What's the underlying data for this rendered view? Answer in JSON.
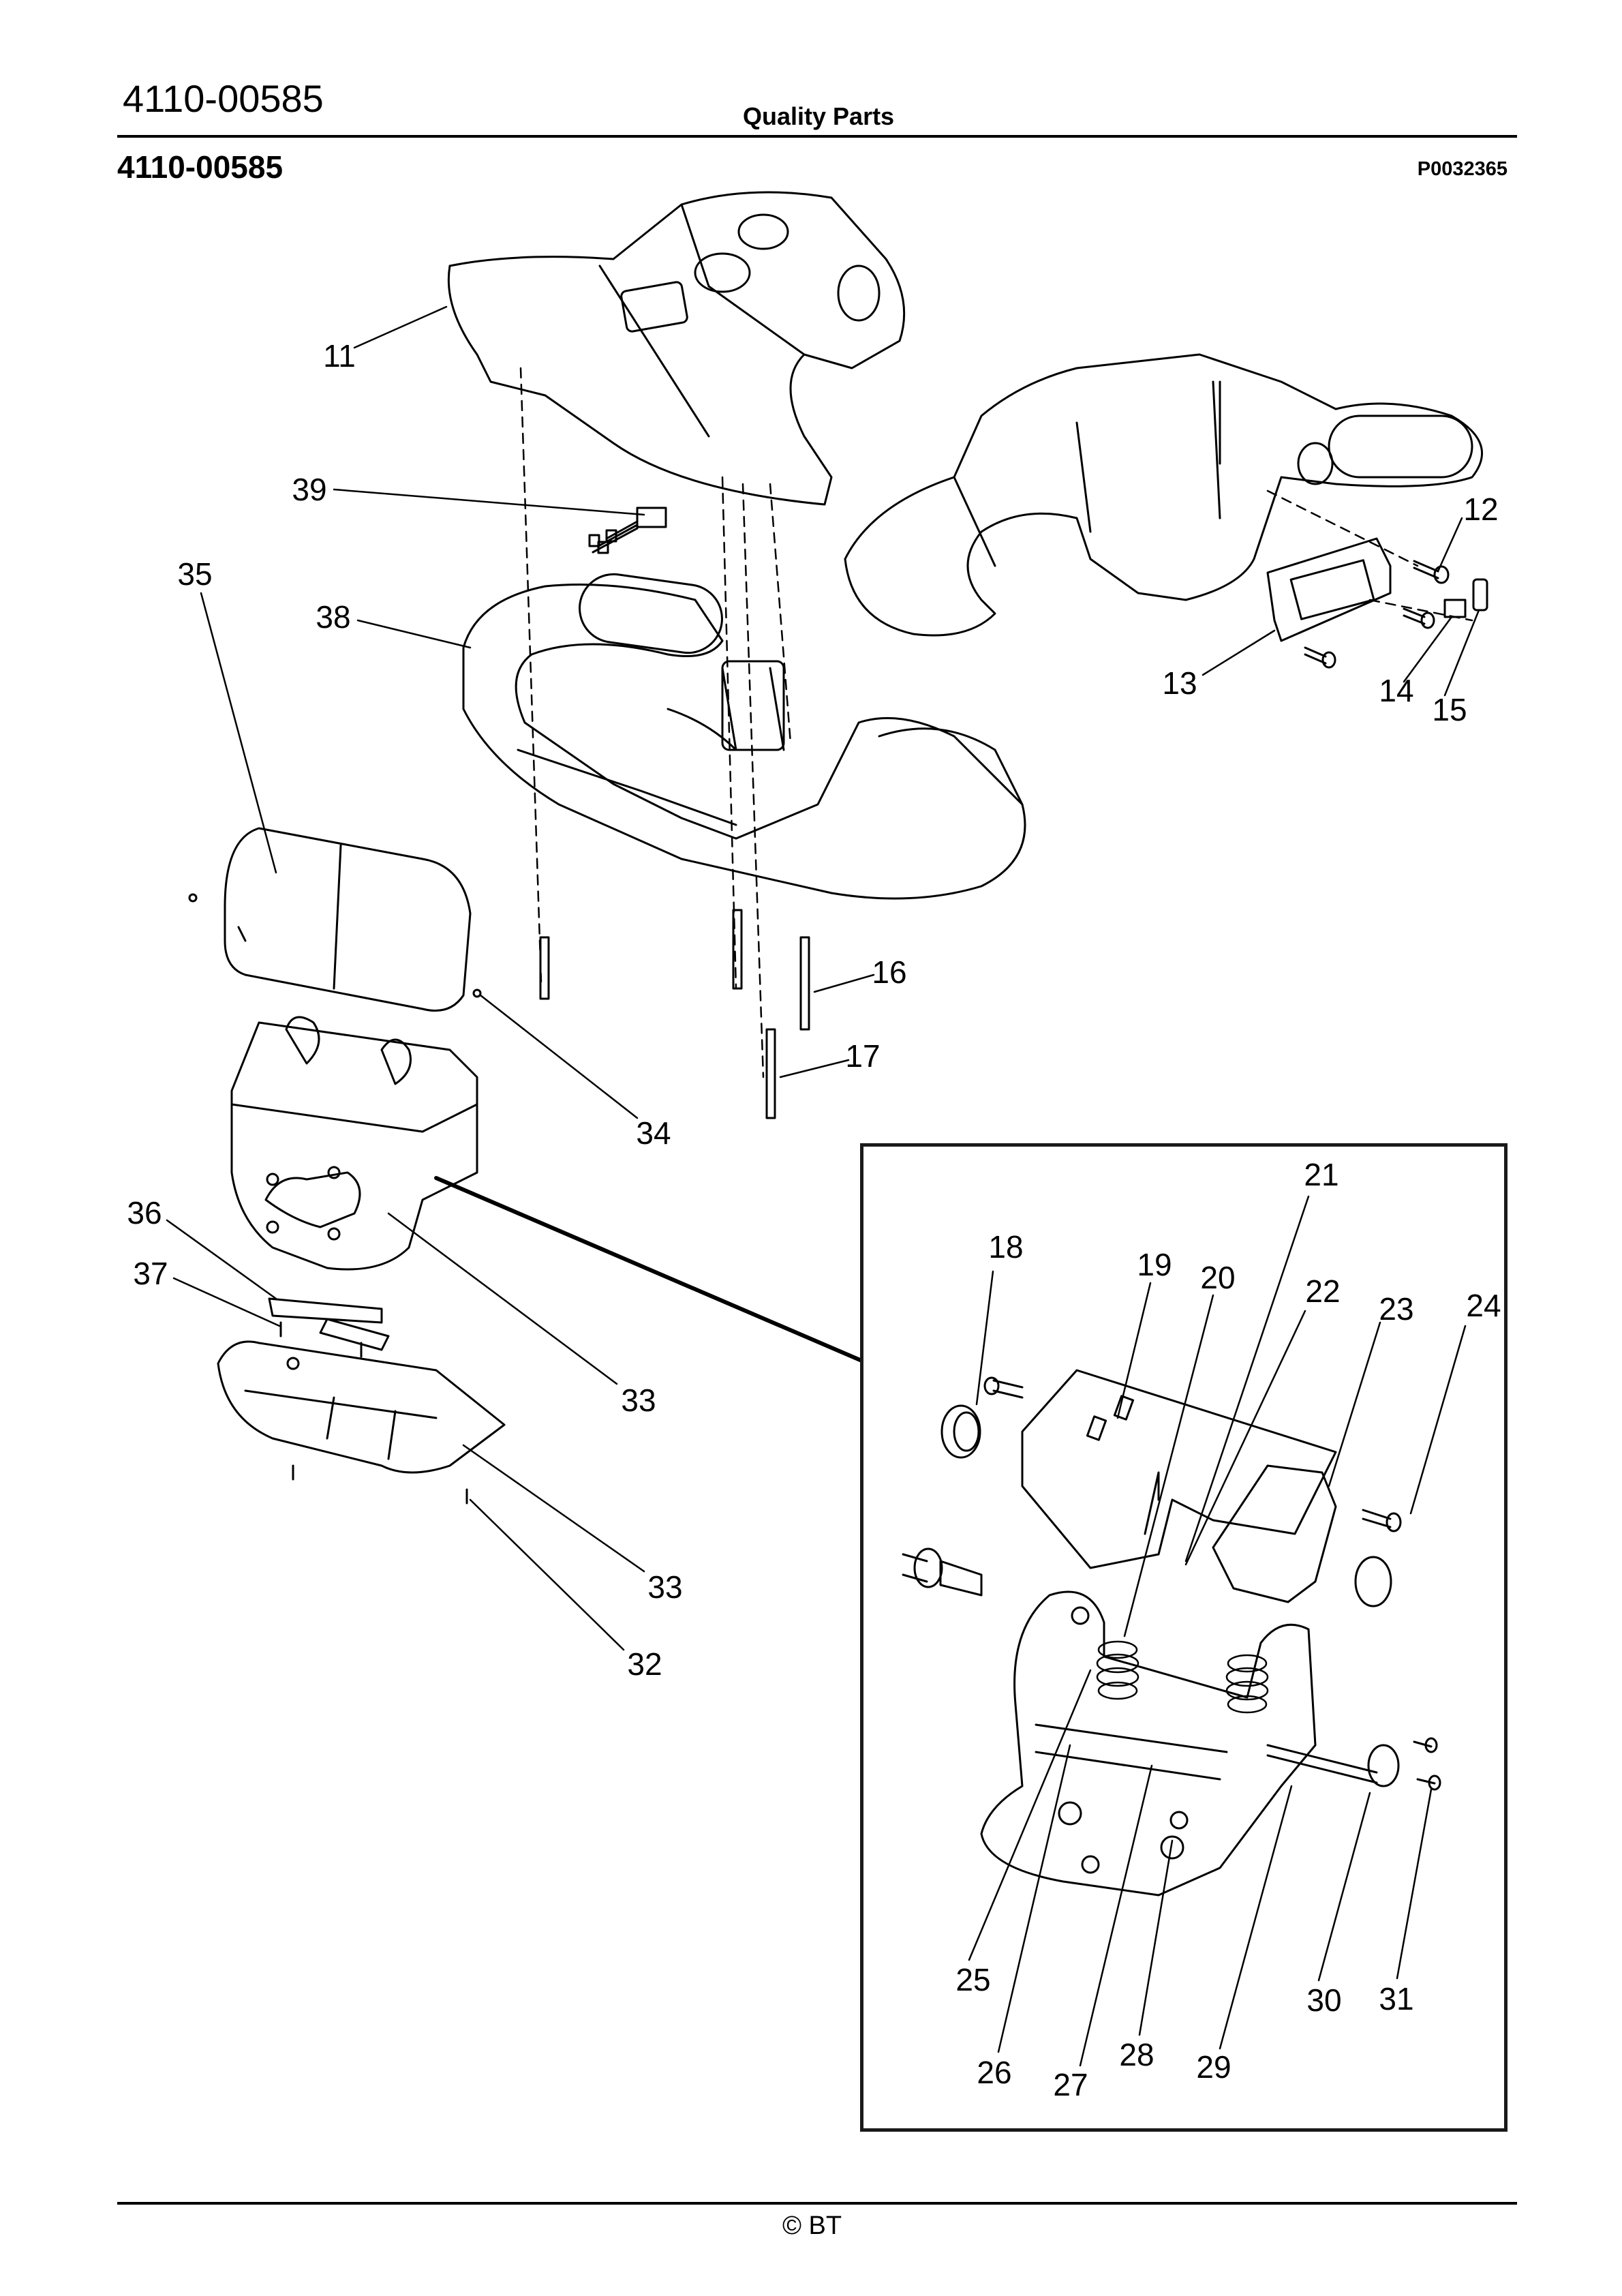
{
  "header": {
    "document_number": "4110-00585",
    "title": "Quality Parts",
    "sub_document_number": "4110-00585",
    "picture_number": "P0032365"
  },
  "footer": {
    "copyright": "© BT"
  },
  "callouts": {
    "c11": "11",
    "c12": "12",
    "c13": "13",
    "c14": "14",
    "c15": "15",
    "c16": "16",
    "c17": "17",
    "c18": "18",
    "c19": "19",
    "c20": "20",
    "c21": "21",
    "c22": "22",
    "c23": "23",
    "c24": "24",
    "c25": "25",
    "c26": "26",
    "c27": "27",
    "c28": "28",
    "c29": "29",
    "c30": "30",
    "c31": "31",
    "c32": "32",
    "c33a": "33",
    "c33b": "33",
    "c34": "34",
    "c35": "35",
    "c36": "36",
    "c37": "37",
    "c38": "38",
    "c39": "39"
  }
}
